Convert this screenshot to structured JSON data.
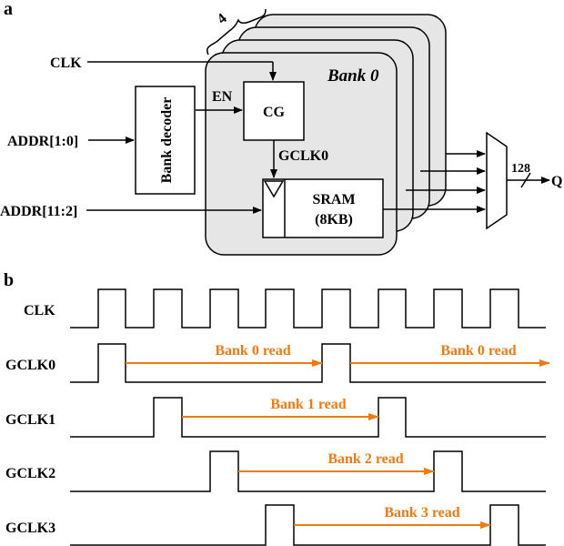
{
  "panel_a": {
    "label": "a",
    "bank_count": "4",
    "bank_title": "Bank 0",
    "clk": "CLK",
    "en": "EN",
    "cg": "CG",
    "decoder": "Bank decoder",
    "addr_high": "ADDR[1:0]",
    "addr_low": "ADDR[11:2]",
    "gclk": "GCLK0",
    "sram_line1": "SRAM",
    "sram_line2": "(8KB)",
    "bus_width": "128",
    "output": "Q"
  },
  "panel_b": {
    "label": "b",
    "signals": [
      {
        "name": "CLK",
        "reads": []
      },
      {
        "name": "GCLK0",
        "reads": [
          "Bank 0 read",
          "Bank 0 read"
        ]
      },
      {
        "name": "GCLK1",
        "reads": [
          "Bank 1 read"
        ]
      },
      {
        "name": "GCLK2",
        "reads": [
          "Bank 2 read"
        ]
      },
      {
        "name": "GCLK3",
        "reads": [
          "Bank 3 read"
        ]
      }
    ]
  },
  "colors": {
    "stroke": "#000000",
    "bank_fill": "#e6e6e6",
    "arrow": "#ee7a14"
  }
}
